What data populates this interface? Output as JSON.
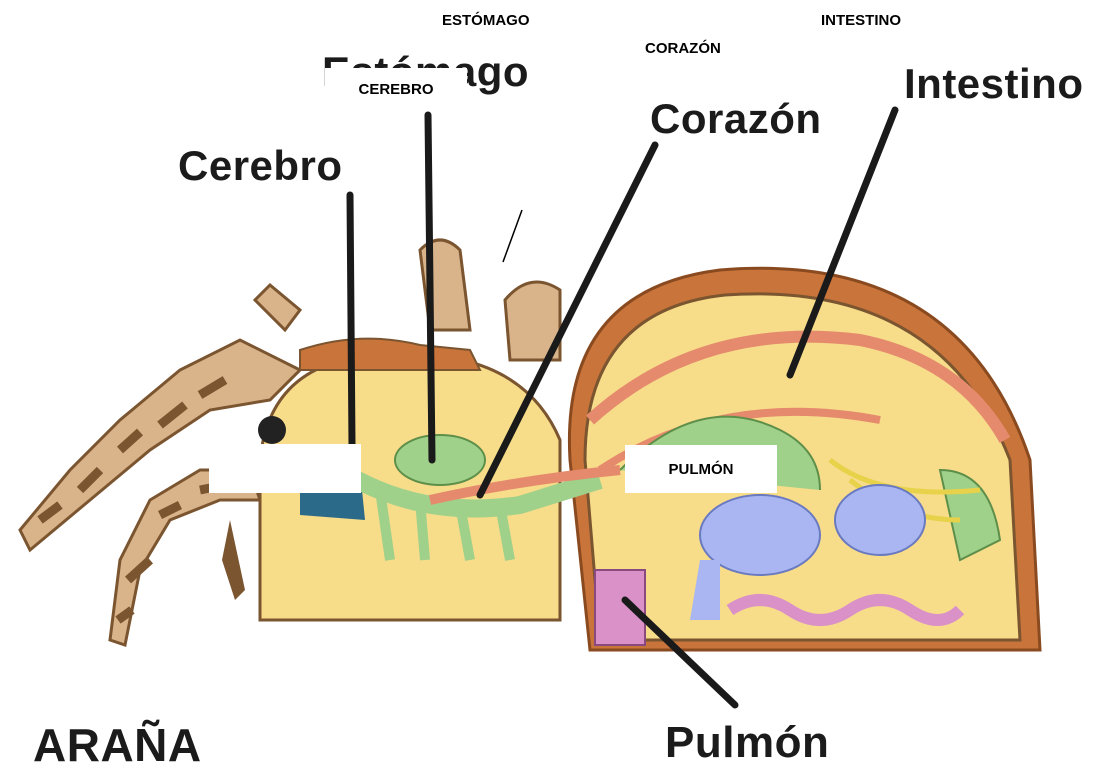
{
  "printed_labels": {
    "estomago_big": "Estómago",
    "cerebro_big": "Cerebro",
    "corazon_big": "Corazón",
    "intestino_big": "Intestino",
    "pulmon_big": "Pulmón",
    "arana_title": "ARAÑA"
  },
  "answer_labels": {
    "estomago": "ESTÓMAGO",
    "intestino": "INTESTINO",
    "corazon": "CORAZÓN",
    "cerebro": "CEREBRO",
    "pulmon": "PULMÓN"
  },
  "colors": {
    "leader_line": "#1a1a1a",
    "body_fill": "#f7dc8a",
    "abdomen_shell": "#c9743a",
    "gut": "#9fd18a",
    "vessel": "#e58a6d",
    "lung": "#a9b6f2",
    "leg_dark": "#7a5530",
    "leg_light": "#d9b48a"
  }
}
